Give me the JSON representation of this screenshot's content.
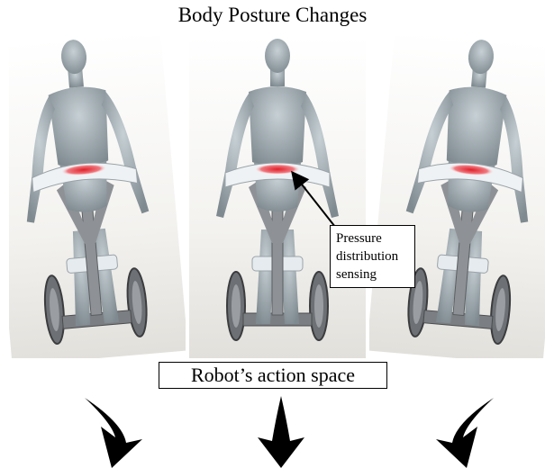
{
  "header": {
    "title": "Body Posture Changes"
  },
  "callout": {
    "lines": [
      "Pressure",
      "distribution",
      "sensing"
    ]
  },
  "action_space": {
    "label": "Robot’s action space"
  },
  "figures": [
    {
      "id": "left",
      "lean": "left",
      "icon": "human-robot-figure"
    },
    {
      "id": "center",
      "lean": "neutral",
      "icon": "human-robot-figure"
    },
    {
      "id": "right",
      "lean": "right",
      "icon": "human-robot-figure"
    }
  ],
  "arrows": [
    {
      "direction": "down-left",
      "icon": "arrow-icon"
    },
    {
      "direction": "down",
      "icon": "arrow-icon"
    },
    {
      "direction": "down-right",
      "icon": "arrow-icon"
    }
  ],
  "colors": {
    "body": "#a9b4ba",
    "body_shade": "#7f8a90",
    "pressure": "#e0202a",
    "metal": "#8e9296",
    "frame_band": "#eef2f5",
    "arrow": "#000000"
  }
}
